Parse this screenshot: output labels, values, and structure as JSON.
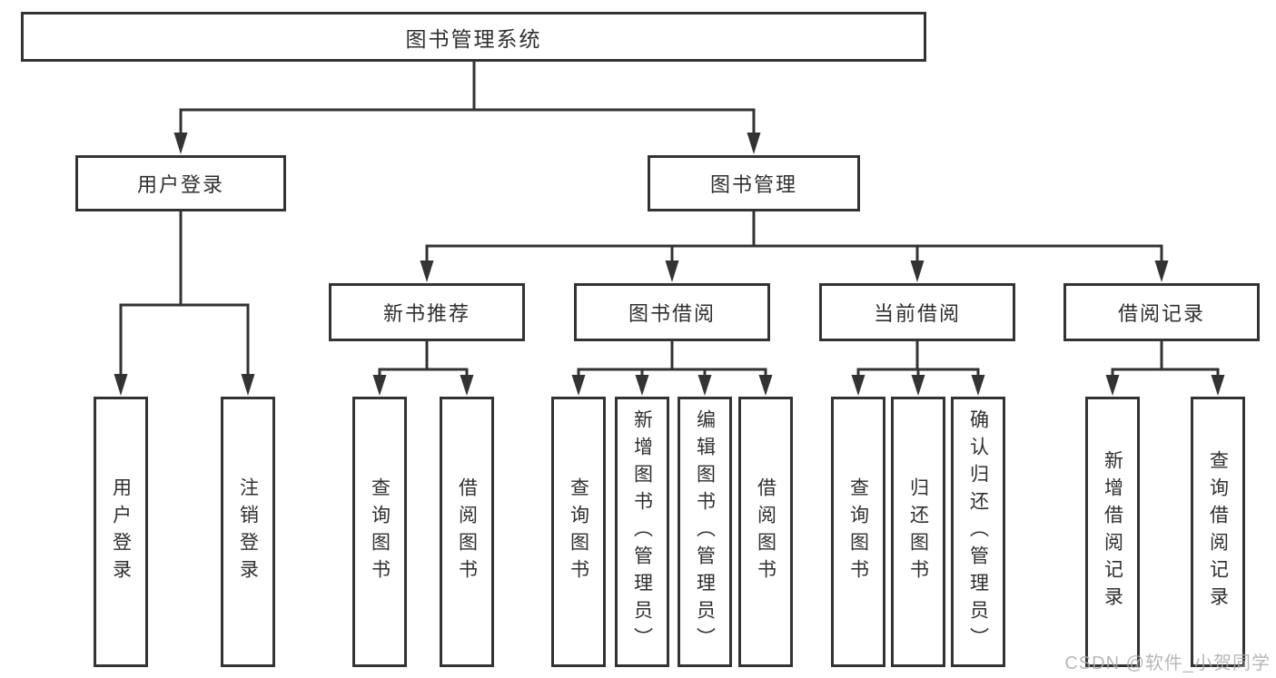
{
  "diagram": {
    "watermark": "CSDN @软件_小贺同学",
    "colors": {
      "line": "#333333",
      "border": "#333333",
      "text": "#2f2f2f",
      "box_background": "#ffffff",
      "watermark": "#ababab"
    },
    "nodes": {
      "root": {
        "label": "图书管理系统"
      },
      "user_login": {
        "label": "用户登录"
      },
      "book_management": {
        "label": "图书管理"
      },
      "new_book_recommend": {
        "label": "新书推荐"
      },
      "book_borrow": {
        "label": "图书借阅"
      },
      "current_borrow": {
        "label": "当前借阅"
      },
      "borrow_record": {
        "label": "借阅记录"
      },
      "leaf_user_login": {
        "label": "用户登录"
      },
      "leaf_logout": {
        "label": "注销登录"
      },
      "leaf_query_book_1": {
        "label": "查询图书"
      },
      "leaf_borrow_book_1": {
        "label": "借阅图书"
      },
      "leaf_query_book_2": {
        "label": "查询图书"
      },
      "leaf_add_book": {
        "label": "新增图书（管理员）"
      },
      "leaf_edit_book": {
        "label": "编辑图书（管理员）"
      },
      "leaf_borrow_book_2": {
        "label": "借阅图书"
      },
      "leaf_query_book_3": {
        "label": "查询图书"
      },
      "leaf_return_book": {
        "label": "归还图书"
      },
      "leaf_confirm_return": {
        "label": "确认归还（管理员）"
      },
      "leaf_add_borrow_record": {
        "label": "新增借阅记录"
      },
      "leaf_query_borrow_record": {
        "label": "查询借阅记录"
      }
    }
  }
}
